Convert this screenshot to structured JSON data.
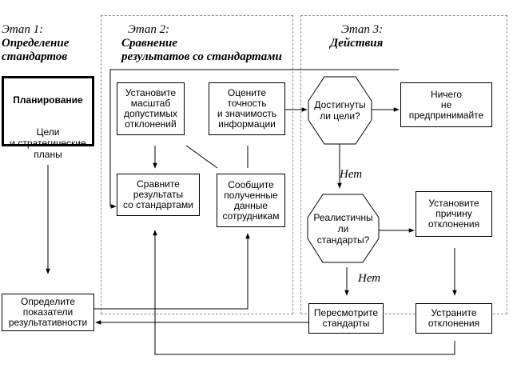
{
  "stages": [
    {
      "number": "Этап 1:",
      "name": "Определение\nстандартов"
    },
    {
      "number": "Этап 2:",
      "name": "Сравнение\nрезультатов со стандартами"
    },
    {
      "number": "Этап 3:",
      "name": "Действия"
    }
  ],
  "planning": {
    "title": "Планирование",
    "body": "Цели\nи стратегические\nпланы"
  },
  "boxes": {
    "tolerance": "Установите\nмасштаб\nдопустимых\nотклонений",
    "accuracy": "Оцените\nточность\nи значимость\nинформации",
    "compare": "Сравните\nрезультаты\nсо стандартами",
    "report": "Сообщите\nполученные\nданные\nсотрудникам",
    "indicators": "Определите\nпоказатели\nрезультативности",
    "nothing": "Ничего\nне\nпредпринимайте",
    "cause": "Установите\nпричину\nотклонения",
    "revise": "Пересмотрите\nстандарты",
    "fix": "Устраните\nотклонения"
  },
  "decisions": {
    "goals": "Достигнуты\nли цели?",
    "realistic": "Реалистичны\nли\nстандарты?"
  },
  "labels": {
    "no_1": "Нет",
    "no_2": "Нет"
  }
}
